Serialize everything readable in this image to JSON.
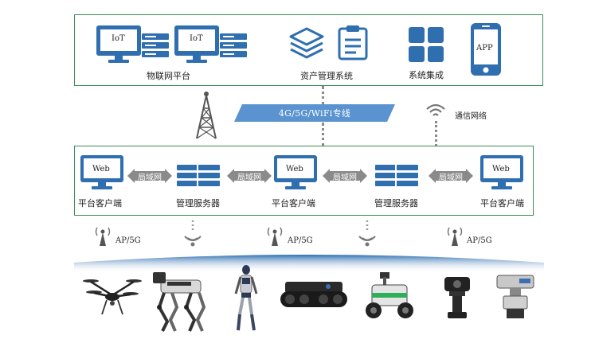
{
  "top_panel": {
    "iot_platform_label": "物联网平台",
    "iot_screen_1": "IoT",
    "iot_screen_2": "IoT",
    "asset_mgmt_label": "资产管理系统",
    "sys_integration_label": "系统集成",
    "app_label": "APP"
  },
  "link": {
    "banner_text": "4G/5G/WiFi专线",
    "comm_network_label": "通信网络"
  },
  "middle_panel": {
    "web_1": "Web",
    "web_2": "Web",
    "web_3": "Web",
    "lan_1": "局域网",
    "lan_2": "局域网",
    "lan_3": "局域网",
    "lan_4": "局域网",
    "client_1_label": "平台客户端",
    "server_1_label": "管理服务器",
    "client_2_label": "平台客户端",
    "server_2_label": "管理服务器",
    "client_3_label": "平台客户端"
  },
  "access": {
    "ap_1": "AP/5G",
    "ap_2": "AP/5G",
    "ap_3": "AP/5G"
  },
  "colors": {
    "border": "#3d8a5a",
    "device_blue": "#2f6fb0",
    "banner_blue": "#5a93cf",
    "arrow_gray": "#8a8a8a"
  },
  "devices": [
    "drone-icon",
    "quadruped-robot-icon",
    "humanoid-robot-icon",
    "tracked-robot-icon",
    "wheeled-robot-icon",
    "ptz-camera-icon",
    "inspection-camera-icon"
  ]
}
